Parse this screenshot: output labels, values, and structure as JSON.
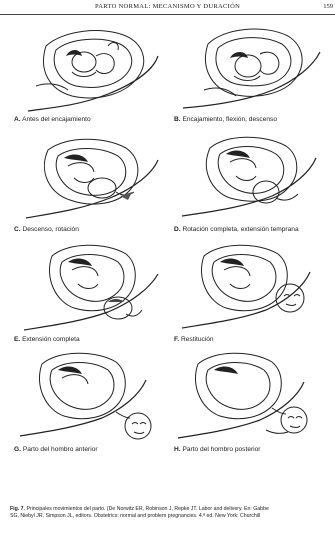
{
  "header": {
    "title": "PARTO NORMAL: MECANISMO Y DURACIÓN",
    "page_number": "159"
  },
  "panels": [
    {
      "letter": "A.",
      "text": "Antes del encajamiento"
    },
    {
      "letter": "B.",
      "text": "Encajamiento, flexión, descenso"
    },
    {
      "letter": "C.",
      "text": "Descenso, rotación"
    },
    {
      "letter": "D.",
      "text": "Rotación completa, extensión temprana"
    },
    {
      "letter": "E.",
      "text": "Extensión completa"
    },
    {
      "letter": "F.",
      "text": "Restitución"
    },
    {
      "letter": "G.",
      "text": "Parto del hombro anterior"
    },
    {
      "letter": "H.",
      "text": "Parto del hombro posterior"
    }
  ],
  "caption": {
    "label": "Fig. 7.",
    "line1": "Principales movimientos del parto. (De Norwitz ER, Robinson J, Repke JT. Labor and delivery. En: Gabbe",
    "line2": "SG, Niebyl JR, Simpson JL, editors. Obstetrics: normal and problem pregnancies. 4.ª ed. New York: Churchill"
  }
}
